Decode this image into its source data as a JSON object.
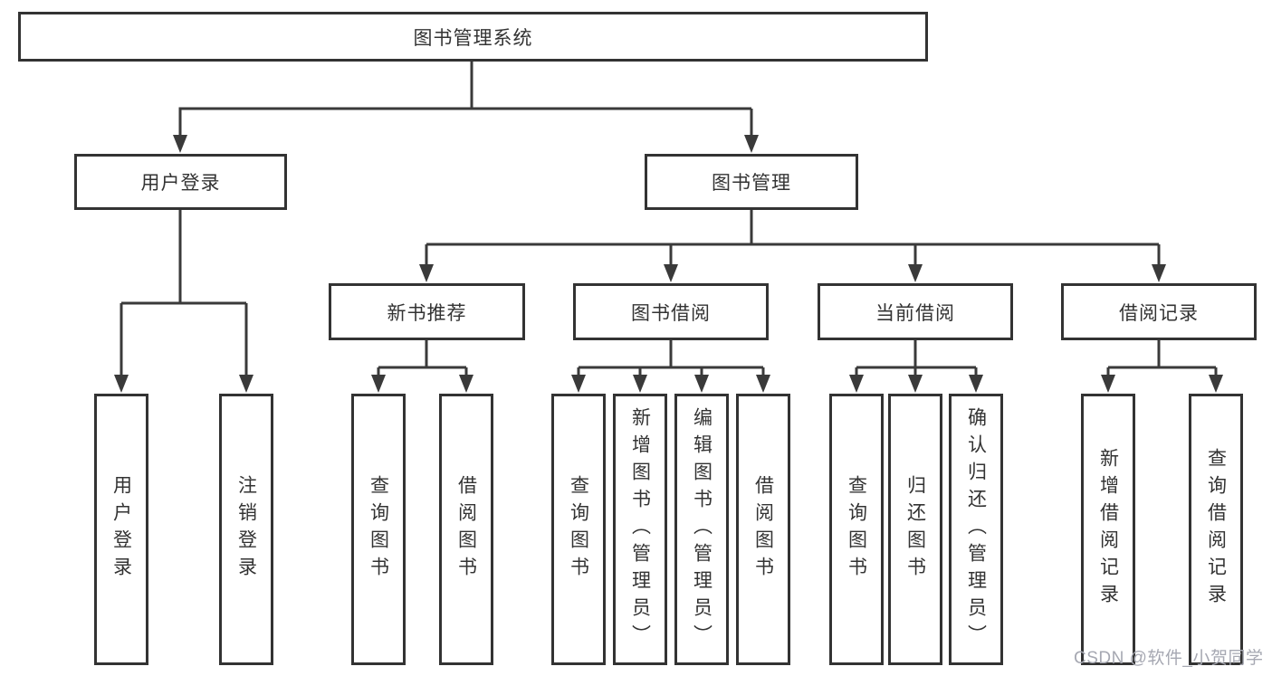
{
  "diagram": {
    "title": "图书管理系统",
    "root": {
      "id": "root",
      "label": "图书管理系统"
    },
    "level2": [
      {
        "id": "user-login",
        "label": "用户登录",
        "parent": "root"
      },
      {
        "id": "book-management",
        "label": "图书管理",
        "parent": "root"
      }
    ],
    "level3": [
      {
        "id": "new-book-recommend",
        "label": "新书推荐",
        "parent": "book-management"
      },
      {
        "id": "book-borrow",
        "label": "图书借阅",
        "parent": "book-management"
      },
      {
        "id": "current-borrow",
        "label": "当前借阅",
        "parent": "book-management"
      },
      {
        "id": "borrow-records",
        "label": "借阅记录",
        "parent": "book-management"
      }
    ],
    "leaves": [
      {
        "id": "leaf-user-login",
        "label": "用户登录",
        "parent": "user-login"
      },
      {
        "id": "leaf-logout",
        "label": "注销登录",
        "parent": "user-login"
      },
      {
        "id": "leaf-query-book-recommend",
        "label": "查询图书",
        "parent": "new-book-recommend"
      },
      {
        "id": "leaf-borrow-book-recommend",
        "label": "借阅图书",
        "parent": "new-book-recommend"
      },
      {
        "id": "leaf-query-book-borrow",
        "label": "查询图书",
        "parent": "book-borrow"
      },
      {
        "id": "leaf-add-book-admin",
        "label": "新增图书（管理员）",
        "parent": "book-borrow"
      },
      {
        "id": "leaf-edit-book-admin",
        "label": "编辑图书（管理员）",
        "parent": "book-borrow"
      },
      {
        "id": "leaf-borrow-book",
        "label": "借阅图书",
        "parent": "book-borrow"
      },
      {
        "id": "leaf-query-book-current",
        "label": "查询图书",
        "parent": "current-borrow"
      },
      {
        "id": "leaf-return-book",
        "label": "归还图书",
        "parent": "current-borrow"
      },
      {
        "id": "leaf-confirm-return-admin",
        "label": "确认归还（管理员）",
        "parent": "current-borrow"
      },
      {
        "id": "leaf-add-borrow-record",
        "label": "新增借阅记录",
        "parent": "borrow-records"
      },
      {
        "id": "leaf-query-borrow-record",
        "label": "查询借阅记录",
        "parent": "borrow-records"
      }
    ],
    "colors": {
      "line": "#3a3a3a",
      "box_border": "#333333",
      "text": "#333333",
      "background": "#ffffff"
    }
  },
  "watermark": {
    "text": "CSDN @软件_小贺同学",
    "color": "#a6a8b2"
  }
}
